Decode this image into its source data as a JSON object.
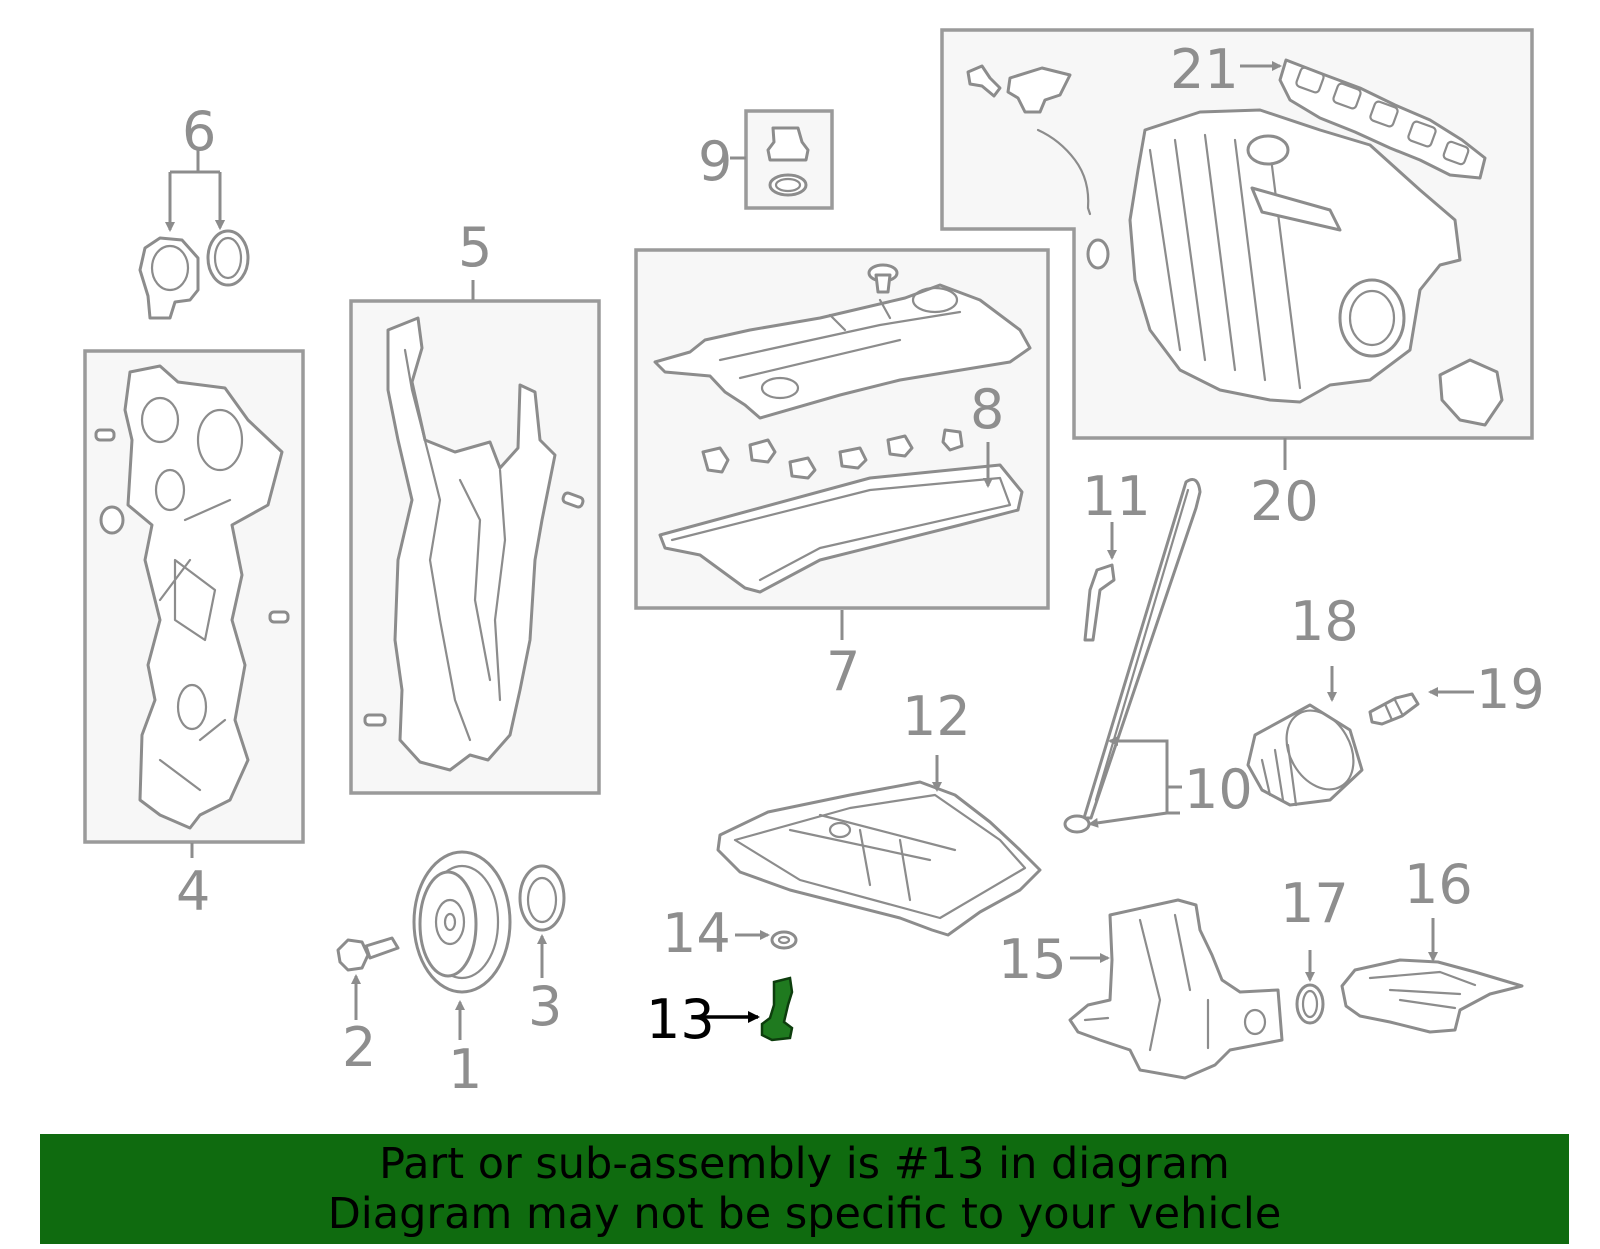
{
  "callouts": {
    "c1": "1",
    "c2": "2",
    "c3": "3",
    "c4": "4",
    "c5": "5",
    "c6": "6",
    "c7": "7",
    "c8": "8",
    "c9": "9",
    "c10": "10",
    "c11": "11",
    "c12": "12",
    "c13": "13",
    "c14": "14",
    "c15": "15",
    "c16": "16",
    "c17": "17",
    "c18": "18",
    "c19": "19",
    "c20": "20",
    "c21": "21"
  },
  "highlighted_part": "13",
  "colors": {
    "highlight": "#1f7a1f",
    "banner": "#0f6b0f",
    "line_art": "#8c8c8c",
    "box_fill": "#f7f7f7"
  },
  "banner": {
    "line1": "Part or sub-assembly is #13 in diagram",
    "line2": "Diagram may not be specific to your vehicle"
  }
}
